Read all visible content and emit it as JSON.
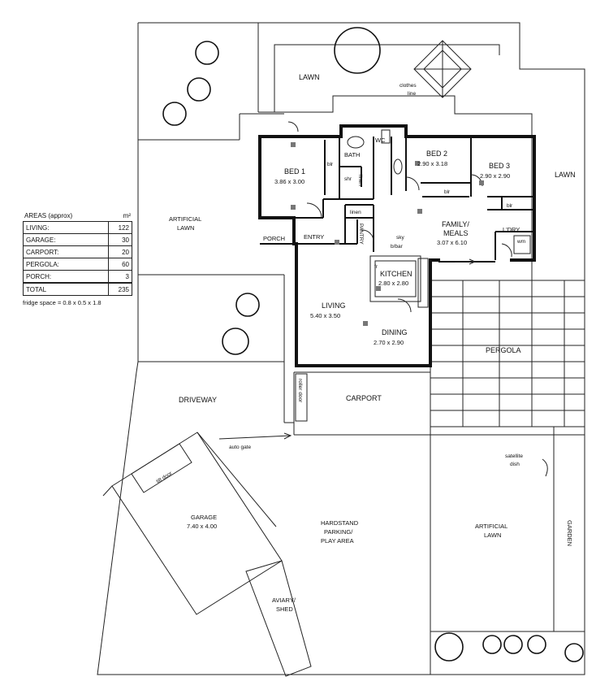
{
  "areas_table": {
    "title": "AREAS (approx)",
    "unit": "m²",
    "rows": [
      {
        "label": "LIVING:",
        "value": "122"
      },
      {
        "label": "GARAGE:",
        "value": "30"
      },
      {
        "label": "CARPORT:",
        "value": "20"
      },
      {
        "label": "PERGOLA:",
        "value": "60"
      },
      {
        "label": "PORCH:",
        "value": "3"
      }
    ],
    "total_label": "TOTAL",
    "total_value": "235",
    "note": "fridge space = 0.8 x 0.5 x 1.8"
  },
  "labels": {
    "lawn_top": "LAWN",
    "clothes_line": "clothes",
    "clothes_line_2": "line",
    "lawn_right": "LAWN",
    "artificial_lawn_left": "ARTIFICIAL",
    "artificial_lawn_left_2": "LAWN",
    "bed1": "BED 1",
    "bed1_dim": "3.86 x 3.00",
    "bath": "BATH",
    "wc": "WC",
    "bed2": "BED 2",
    "bed2_dim": "2.90 x 3.18",
    "bed3": "BED 3",
    "bed3_dim": "2.90 x 2.90",
    "blr_bed1": "blr",
    "shr": "shr",
    "linen_bath": "linen",
    "blr_bed2": "blr",
    "blr_bed3": "blr",
    "linen_hall": "linen",
    "pantry": "PANTRY",
    "family": "FAMILY/",
    "meals": "MEALS",
    "family_dim": "3.07 x 6.10",
    "ldry": "L'DRY",
    "wm": "wm",
    "porch": "PORCH",
    "entry": "ENTRY",
    "sky": "sky",
    "bbar": "b/bar",
    "fr": "fr",
    "kitchen": "KITCHEN",
    "kitchen_dim": "2.80 x 2.80",
    "living": "LIVING",
    "living_dim": "5.40 x 3.50",
    "dining": "DINING",
    "dining_dim": "2.70 x 2.90",
    "pergola": "PERGOLA",
    "driveway": "DRIVEWAY",
    "roller_door": "roller door",
    "carport": "CARPORT",
    "auto_gate": "auto gate",
    "satellite": "satellite",
    "dish": "dish",
    "tilt_door": "tilt door",
    "garage": "GARAGE",
    "garage_dim": "7.40 x 4.00",
    "hardstand": "HARDSTAND",
    "parking": "PARKING/",
    "play_area": "PLAY AREA",
    "artificial_lawn_right": "ARTIFICIAL",
    "artificial_lawn_right_2": "LAWN",
    "garden": "GARDEN",
    "aviary": "AVIARY/",
    "shed": "SHED"
  }
}
